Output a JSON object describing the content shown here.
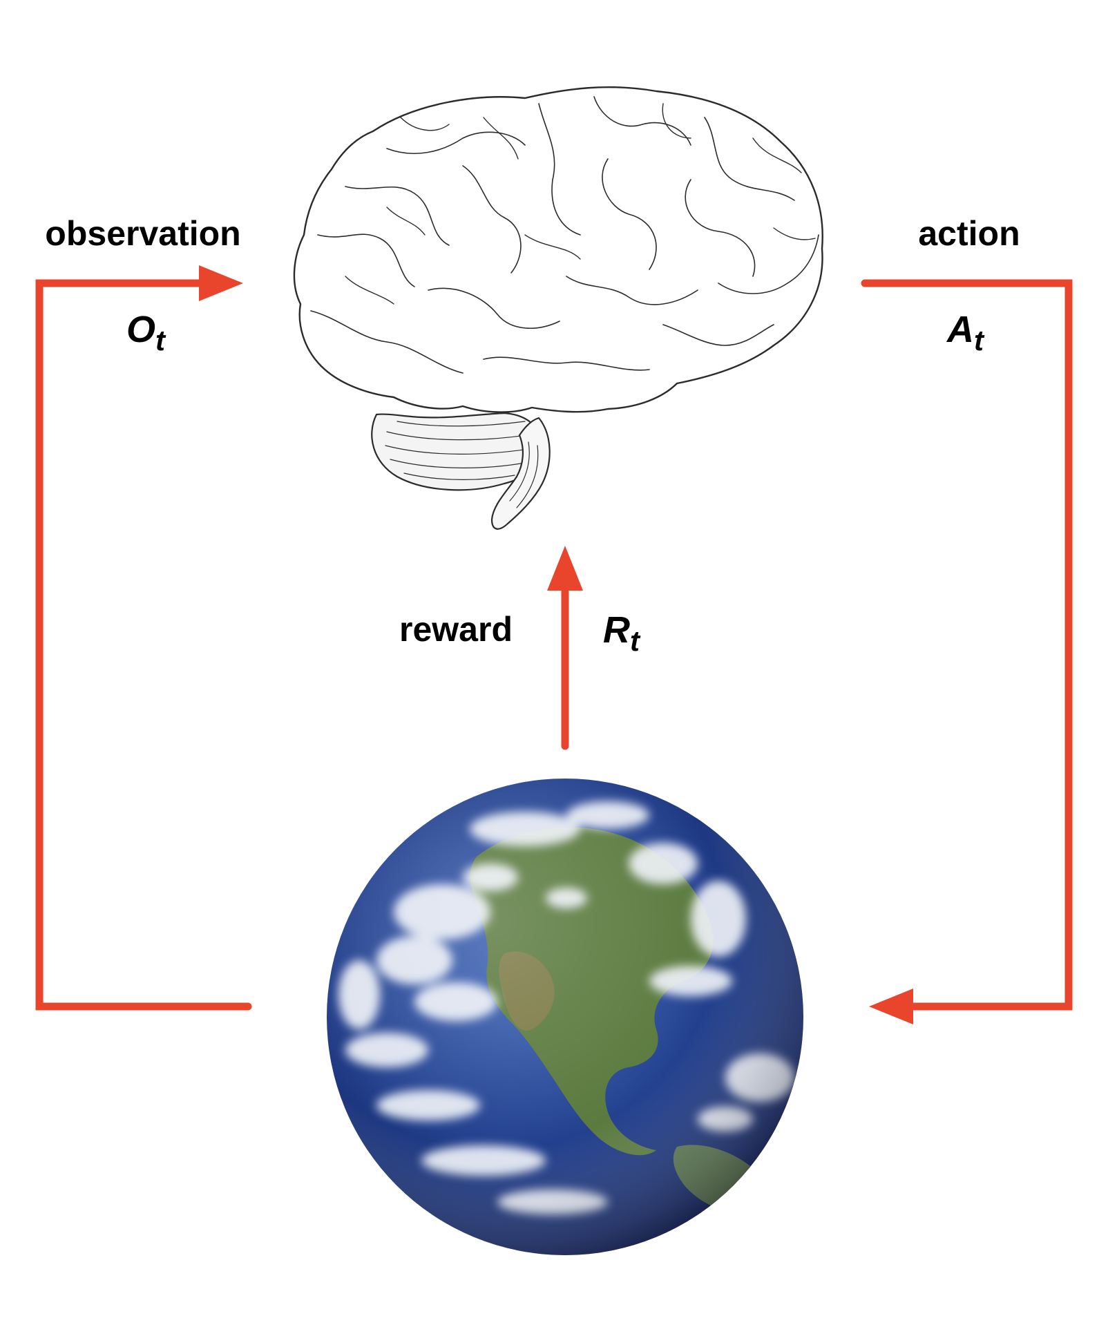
{
  "colors": {
    "arrow": "#e8452c",
    "text": "#000000",
    "background": "#ffffff",
    "ocean_dark": "#0d1d5c",
    "ocean_mid": "#2a4c9e",
    "land": "#4f6f3a",
    "cloud": "#f2f4f8"
  },
  "icons": {
    "agent": "brain-sketch",
    "environment": "earth-globe"
  },
  "labels": {
    "observation": {
      "word": "observation",
      "symbol": "O",
      "subscript": "t"
    },
    "action": {
      "word": "action",
      "symbol": "A",
      "subscript": "t"
    },
    "reward": {
      "word": "reward",
      "symbol": "R",
      "subscript": "t"
    }
  }
}
